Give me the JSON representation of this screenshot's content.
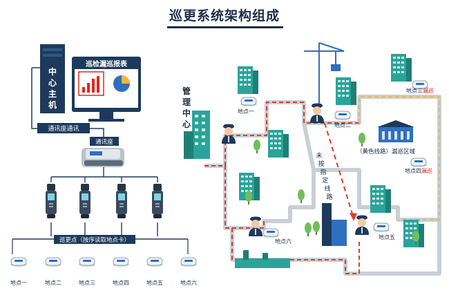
{
  "title": "巡更系统架构组成",
  "center_host_label": "中心主机",
  "report_label": "巡检漏巡报表",
  "comm_seat_label_1": "通讯座通讯",
  "comm_seat_label_2": "通讯座",
  "patrol_bar_label": "巡更点（按序读取地点卡）",
  "bottom_points": [
    "地点一",
    "地点二",
    "地点三",
    "地点四",
    "地点五",
    "地点六"
  ],
  "management_center_label": "管理中心",
  "map_points": {
    "p1": "地点一",
    "p2": "地点二",
    "p3_main": "地点三",
    "p3_warn": "漏巡",
    "p4_main": "地点四",
    "p4_warn": "漏巡",
    "p5": "地点五",
    "p6": "地点六"
  },
  "route_note": "（黄色线路）漏巡区域",
  "off_route_note": "未按指定线路",
  "colors": {
    "navy": "#1d3a5c",
    "route_red": "#e13a2a",
    "route_yellow": "#f4b63b",
    "building_teal": "#2aa49a",
    "building_blue": "#2f6fbf",
    "warn_red": "#e1261c"
  },
  "icons": {
    "host": "computer-tower-icon",
    "monitor": "monitor-report-icon",
    "reader": "communication-seat-icon",
    "wand": "patrol-wand-icon",
    "card": "location-card-icon",
    "guard": "security-guard-icon",
    "crane": "tower-crane-icon"
  }
}
